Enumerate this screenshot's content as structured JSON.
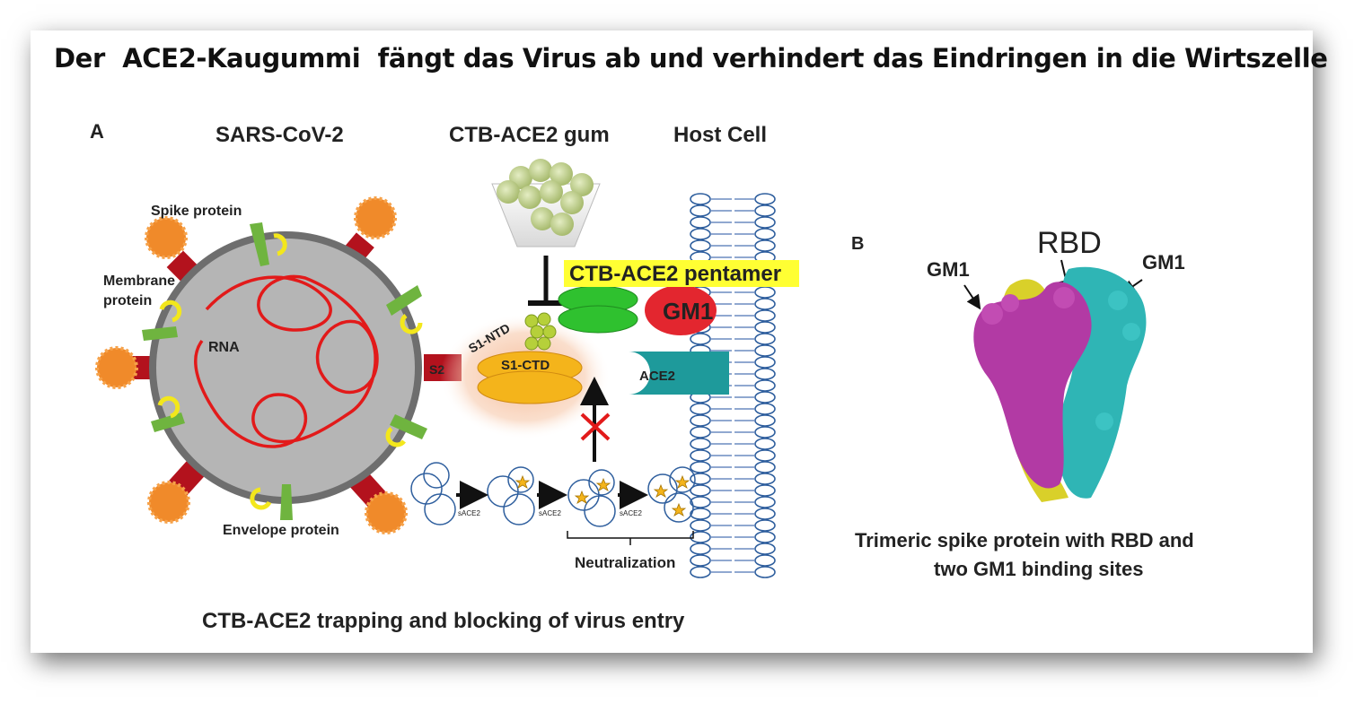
{
  "title": "Der  ACE2-Kaugummi  fängt das Virus ab und verhindert das Eindringen in die Wirtszelle",
  "panel_a": {
    "letter": "A",
    "heading_virus": "SARS-CoV-2",
    "heading_gum": "CTB-ACE2 gum",
    "heading_cell": "Host Cell",
    "spike_label": "Spike protein",
    "membrane_label_1": "Membrane",
    "membrane_label_2": "protein",
    "rna_label": "RNA",
    "envelope_label": "Envelope protein",
    "s2_label": "S2",
    "s1ntd_label": "S1-NTD",
    "s1ctd_label": "S1-CTD",
    "pentamer_label": "CTB-ACE2 pentamer",
    "gm1_label": "GM1",
    "ace2_label": "ACE2",
    "sace2_label": "sACE2",
    "neutralization_label": "Neutralization",
    "caption": "CTB-ACE2 trapping and blocking of virus entry"
  },
  "panel_b": {
    "letter": "B",
    "rbd_label": "RBD",
    "gm1_left": "GM1",
    "gm1_right": "GM1",
    "caption_1": "Trimeric spike protein with RBD and",
    "caption_2": "two GM1 binding sites"
  },
  "colors": {
    "virus_body": "#b5b5b5",
    "rna": "#e21a1a",
    "spike_stalk": "#b3121d",
    "spike_head": "#f08a2a",
    "membrane_protein": "#6fb43f",
    "envelope_protein": "#f3e71c",
    "pentamer": "#2fc12f",
    "gm1": "#e3262f",
    "ace2": "#1e9a9b",
    "s1ctd": "#f4b41b",
    "magenta": "#b23aa4",
    "cyan": "#2fb5b5",
    "yellow": "#d9d02a",
    "highlight": "#ffff33"
  }
}
